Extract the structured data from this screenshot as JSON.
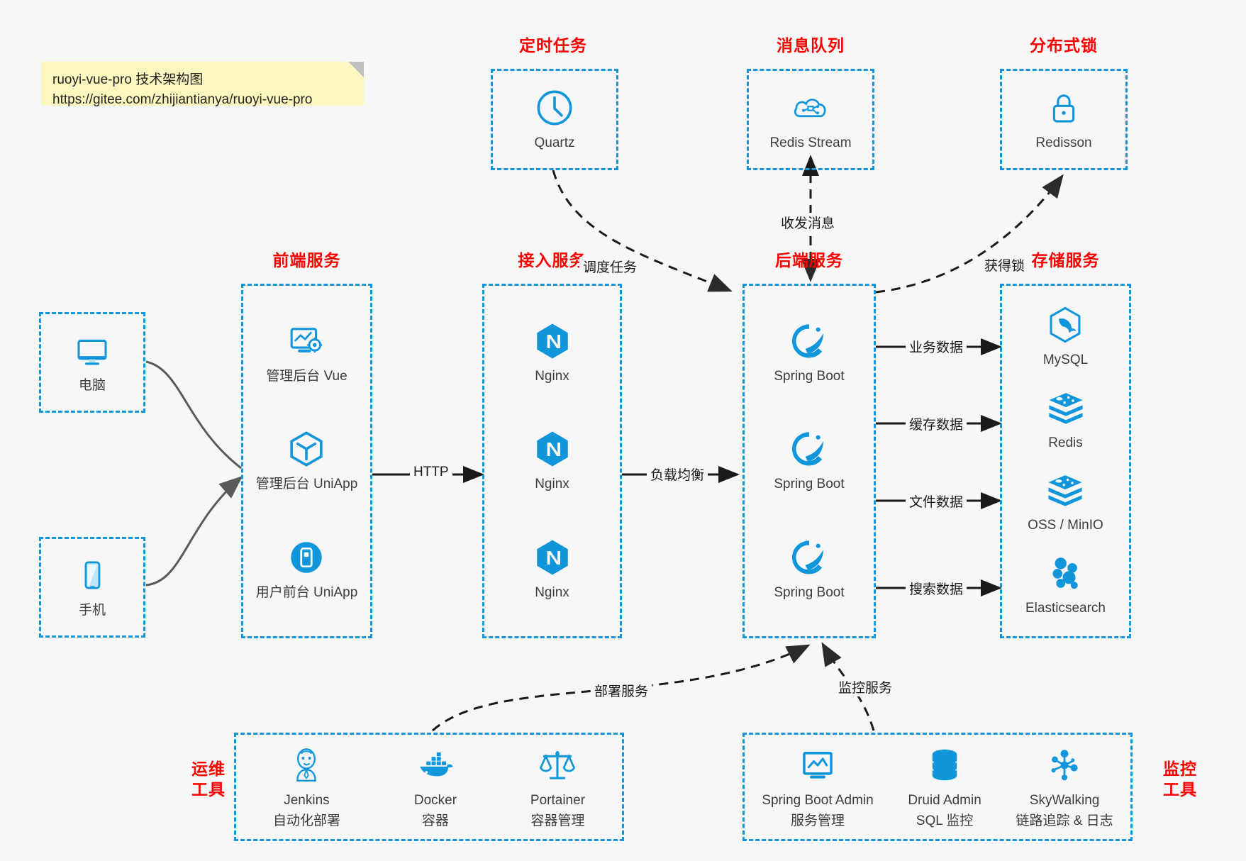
{
  "note": {
    "line1": "ruoyi-vue-pro 技术架构图",
    "line2": "https://gitee.com/zhijiantianya/ruoyi-vue-pro"
  },
  "colors": {
    "accent_blue": "#1296db",
    "title_red": "#ff0000",
    "note_yellow": "#fbf7bf",
    "background": "#f7f7f7",
    "label_gray": "#3d3d3d",
    "arrow_dark": "#2b2b2b",
    "solid_arrow_gray": "#5a5a5a"
  },
  "groups": {
    "scheduler": {
      "title": "定时任务",
      "nodes": [
        {
          "label": "Quartz",
          "icon": "clock-icon"
        }
      ]
    },
    "mq": {
      "title": "消息队列",
      "nodes": [
        {
          "label": "Redis Stream",
          "icon": "cloud-network-icon"
        }
      ]
    },
    "lock": {
      "title": "分布式锁",
      "nodes": [
        {
          "label": "Redisson",
          "icon": "lock-icon"
        }
      ]
    },
    "clients": {
      "nodes": [
        {
          "label": "电脑",
          "icon": "desktop-monitor-icon"
        },
        {
          "label": "手机",
          "icon": "smartphone-icon"
        }
      ]
    },
    "frontend": {
      "title": "前端服务",
      "nodes": [
        {
          "label": "管理后台 Vue",
          "icon": "dashboard-gear-icon"
        },
        {
          "label": "管理后台 UniApp",
          "icon": "hexagon-cube-icon"
        },
        {
          "label": "用户前台 UniApp",
          "icon": "mobile-circle-icon"
        }
      ]
    },
    "gateway": {
      "title": "接入服务",
      "nodes": [
        {
          "label": "Nginx",
          "icon": "nginx-icon"
        },
        {
          "label": "Nginx",
          "icon": "nginx-icon"
        },
        {
          "label": "Nginx",
          "icon": "nginx-icon"
        }
      ]
    },
    "backend": {
      "title": "后端服务",
      "nodes": [
        {
          "label": "Spring Boot",
          "icon": "spring-leaf-icon"
        },
        {
          "label": "Spring Boot",
          "icon": "spring-leaf-icon"
        },
        {
          "label": "Spring Boot",
          "icon": "spring-leaf-icon"
        }
      ]
    },
    "storage": {
      "title": "存储服务",
      "nodes": [
        {
          "label": "MySQL",
          "icon": "mysql-dolphin-icon"
        },
        {
          "label": "Redis",
          "icon": "redis-stack-icon"
        },
        {
          "label": "OSS / MinIO",
          "icon": "object-storage-icon"
        },
        {
          "label": "Elasticsearch",
          "icon": "elasticsearch-icon"
        }
      ]
    },
    "devops": {
      "title": "运维\n工具",
      "title_line1": "运维",
      "title_line2": "工具",
      "nodes": [
        {
          "label": "Jenkins",
          "sublabel": "自动化部署",
          "icon": "jenkins-butler-icon"
        },
        {
          "label": "Docker",
          "sublabel": "容器",
          "icon": "docker-whale-icon"
        },
        {
          "label": "Portainer",
          "sublabel": "容器管理",
          "icon": "scales-balance-icon"
        }
      ]
    },
    "monitoring": {
      "title_line1": "监控",
      "title_line2": "工具",
      "nodes": [
        {
          "label": "Spring Boot Admin",
          "sublabel": "服务管理",
          "icon": "monitor-chart-icon"
        },
        {
          "label": "Druid Admin",
          "sublabel": "SQL 监控",
          "icon": "database-cylinder-icon"
        },
        {
          "label": "SkyWalking",
          "sublabel": "链路追踪 & 日志",
          "icon": "skywalking-node-icon"
        }
      ]
    }
  },
  "edges": [
    {
      "id": "http",
      "label": "HTTP"
    },
    {
      "id": "lb",
      "label": "负载均衡"
    },
    {
      "id": "schedule",
      "label": "调度任务"
    },
    {
      "id": "mq-send",
      "label": "收发消息"
    },
    {
      "id": "acquire-lock",
      "label": "获得锁"
    },
    {
      "id": "biz-data",
      "label": "业务数据"
    },
    {
      "id": "cache-data",
      "label": "缓存数据"
    },
    {
      "id": "file-data",
      "label": "文件数据"
    },
    {
      "id": "search-data",
      "label": "搜索数据"
    },
    {
      "id": "deploy",
      "label": "部署服务"
    },
    {
      "id": "monitor",
      "label": "监控服务"
    }
  ]
}
